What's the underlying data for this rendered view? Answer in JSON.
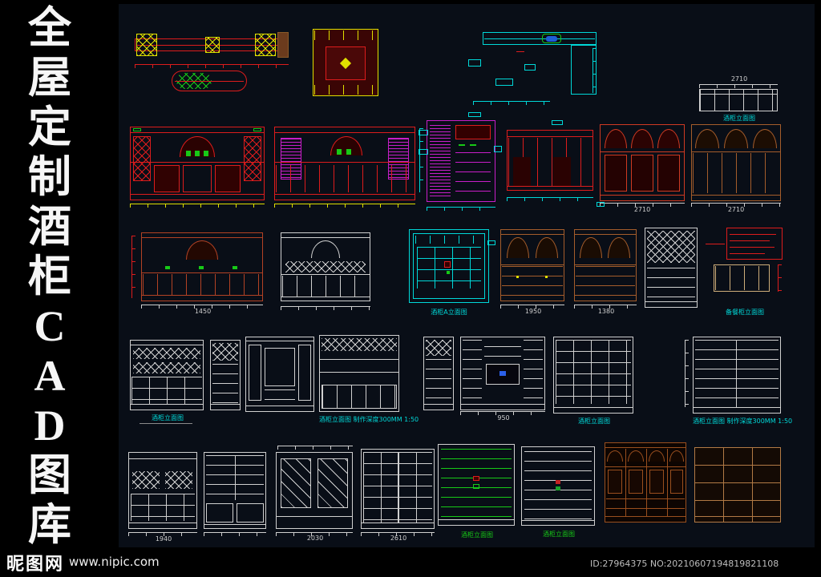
{
  "title": {
    "text": "全屋定制 酒柜CAD图库",
    "chars": [
      "全",
      "屋",
      "定",
      "制",
      "酒",
      "柜",
      "C",
      "A",
      "D",
      "图",
      "库"
    ]
  },
  "watermark": {
    "logo": "昵图网",
    "site": "www.nipic.com",
    "id_line": "ID:27964375 NO:20210607194819821108"
  },
  "labels": {
    "dim_2710_a": "2710",
    "dim_2710_b": "2710",
    "dim_2710_c": "2710",
    "dim_1450": "1450",
    "dim_1950": "1950",
    "dim_1380": "1380",
    "dim_1940": "1940",
    "dim_2030": "2030",
    "dim_2610": "2610",
    "dim_950": "950",
    "cap_wine_elev": "酒柜立面图",
    "cap_wine_a_elev": "酒柜A立面图",
    "cap_sideboard_elev": "备餐柜立面图",
    "cap_depth": "酒柜立面图 制作深度300MM 1:50"
  },
  "colors": {
    "red": "#dd1c1c",
    "green": "#17c917",
    "cyan": "#00d8d8",
    "yellow": "#e0e000",
    "magenta": "#c81ec8",
    "white_line": "#d0d0d0",
    "brown": "#a55d2b",
    "background": "#090e17"
  },
  "drawings": [
    {
      "name": "cabinet-plan-strip",
      "color": "red"
    },
    {
      "name": "rounded-counter-plan",
      "color": "red"
    },
    {
      "name": "decor-panel-front",
      "color": "yellow"
    },
    {
      "name": "kitchen-counter-plan",
      "color": "cyan"
    },
    {
      "name": "small-wine-cabinet-elevation",
      "color": "white"
    },
    {
      "name": "red-wine-cabinet-1",
      "color": "red"
    },
    {
      "name": "red-wine-cabinet-2",
      "color": "red"
    },
    {
      "name": "purple-hatch-cabinet",
      "color": "magenta"
    },
    {
      "name": "red-cabinet-3",
      "color": "red"
    },
    {
      "name": "arched-red-cabinet",
      "color": "red"
    },
    {
      "name": "arched-brown-cabinet",
      "color": "brown"
    },
    {
      "name": "brown-red-cabinet",
      "color": "brown"
    },
    {
      "name": "white-arch-cabinet",
      "color": "white"
    },
    {
      "name": "cyan-ornate-cabinet",
      "color": "cyan"
    },
    {
      "name": "brown-tall-cabinet-1",
      "color": "brown"
    },
    {
      "name": "brown-tall-cabinet-2",
      "color": "brown"
    },
    {
      "name": "white-lattice-cabinet",
      "color": "white"
    },
    {
      "name": "annotated-detail",
      "color": "red"
    },
    {
      "name": "white-cabinet-row4-1",
      "color": "white"
    },
    {
      "name": "narrow-cabinet-1",
      "color": "white"
    },
    {
      "name": "white-cabinet-row4-2",
      "color": "white"
    },
    {
      "name": "white-cabinet-row4-3",
      "color": "white"
    },
    {
      "name": "narrow-cabinet-2",
      "color": "white"
    },
    {
      "name": "tv-wall-cabinet",
      "color": "white"
    },
    {
      "name": "white-shelf-cabinet-1",
      "color": "white"
    },
    {
      "name": "white-shelf-cabinet-2",
      "color": "white"
    },
    {
      "name": "white-cabinet-row5-1",
      "color": "white"
    },
    {
      "name": "white-cabinet-row5-2",
      "color": "white"
    },
    {
      "name": "glass-door-cabinet",
      "color": "white"
    },
    {
      "name": "white-grid-cabinet",
      "color": "white"
    },
    {
      "name": "green-shelf-cabinet",
      "color": "green"
    },
    {
      "name": "white-shelf-cabinet-3",
      "color": "white"
    },
    {
      "name": "dark-brown-ornate-cabinet",
      "color": "brown"
    },
    {
      "name": "tan-wide-cabinet",
      "color": "brown"
    }
  ]
}
